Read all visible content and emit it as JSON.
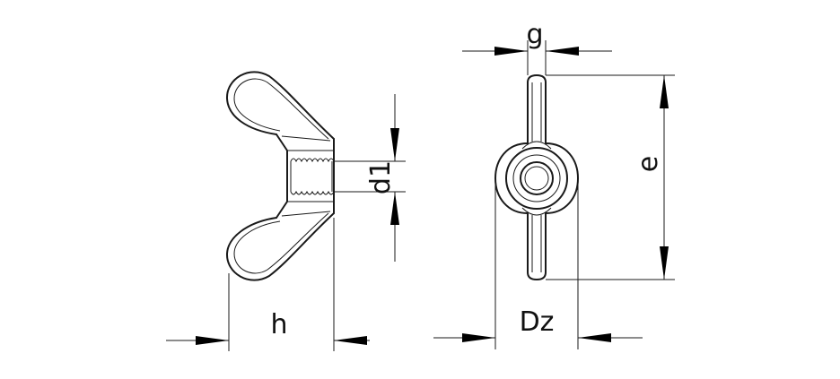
{
  "labels": {
    "h": "h",
    "d1": "d1",
    "g": "g",
    "e": "e",
    "dz": "Dz"
  },
  "colors": {
    "line": "#1a1a1a",
    "arrow": "#000000",
    "background": "#ffffff"
  }
}
